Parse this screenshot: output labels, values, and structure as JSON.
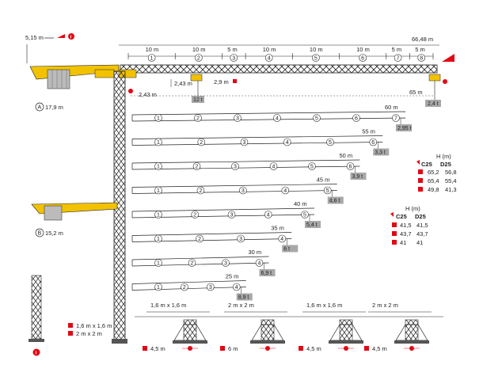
{
  "top": {
    "height_label": "5,15 m",
    "total_reach": "66,48 m",
    "segments": [
      {
        "len": "10 m",
        "n": "1"
      },
      {
        "len": "10 m",
        "n": "2"
      },
      {
        "len": "5 m",
        "n": "3"
      },
      {
        "len": "10 m",
        "n": "4"
      },
      {
        "len": "10 m",
        "n": "5"
      },
      {
        "len": "10 m",
        "n": "6"
      },
      {
        "len": "5 m",
        "n": "7"
      },
      {
        "len": "5 m",
        "n": "8"
      }
    ],
    "dim_243a": "2,43 m",
    "dim_243b": "2,43 m",
    "dim_29": "2,9 m",
    "load_12": "12 t",
    "dim_65": "65 m",
    "load_24": "2,4 t",
    "height_17": "17,9 m",
    "letter_a": "A"
  },
  "jibs": [
    {
      "len": "60 m",
      "load": "2,95 t",
      "n": 7
    },
    {
      "len": "55 m",
      "load": "3,3 t",
      "n": 6
    },
    {
      "len": "50 m",
      "load": "3,9 t",
      "n": 6
    },
    {
      "len": "45 m",
      "load": "4,6 t",
      "n": 5
    },
    {
      "len": "40 m",
      "load": "5,4 t",
      "n": 5
    },
    {
      "len": "35 m",
      "load": "6 t",
      "n": 4
    },
    {
      "len": "30 m",
      "load": "6,9 t",
      "n": 4
    },
    {
      "len": "25 m",
      "load": "8,9 t",
      "n": 4
    }
  ],
  "table1": {
    "title": "H (m)",
    "cols": [
      "C25",
      "D25"
    ],
    "rows": [
      [
        "65,2",
        "56,8"
      ],
      [
        "65,4",
        "55,4"
      ],
      [
        "49,8",
        "41,3"
      ]
    ]
  },
  "table2": {
    "title": "H (m)",
    "cols": [
      "C25",
      "D25"
    ],
    "rows": [
      [
        "41,5",
        "41,5"
      ],
      [
        "43,7",
        "43,7"
      ],
      [
        "41",
        "41"
      ]
    ]
  },
  "mid": {
    "letter_b": "B",
    "height_15": "15,2 m"
  },
  "legend": {
    "row1": "1,6 m x 1,6 m",
    "row2": "2 m x 2 m"
  },
  "bases": [
    {
      "size": "1,6 m x 1,6 m",
      "dist": "4,5 m"
    },
    {
      "size": "2 m x 2 m",
      "dist": "6 m"
    },
    {
      "size": "1,6 m x 1,6 m",
      "dist": "4,5 m"
    },
    {
      "size": "2 m x 2 m",
      "dist": "4,5 m"
    }
  ],
  "colors": {
    "accent": "#e30613",
    "jib": "#f2c200",
    "grey": "#a8a8a8"
  }
}
